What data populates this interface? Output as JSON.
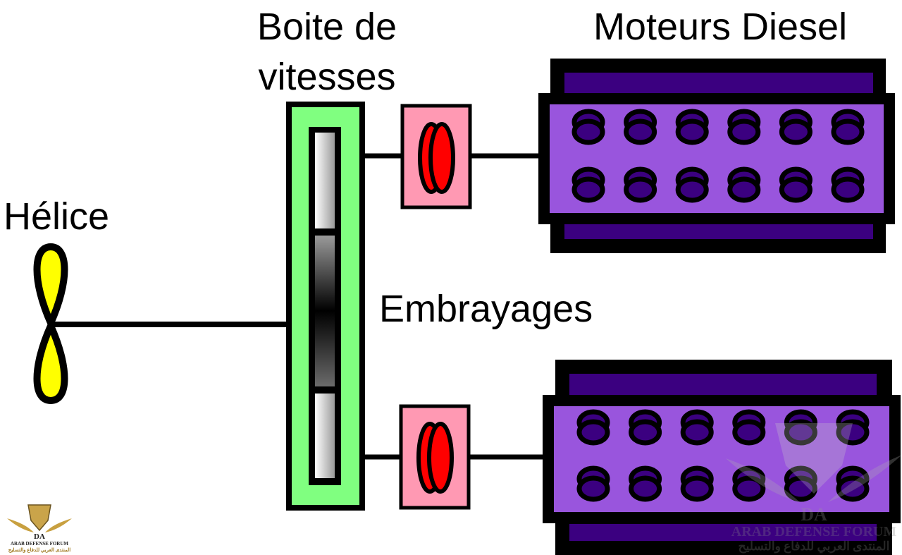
{
  "labels": {
    "gearbox_line1": "Boite de",
    "gearbox_line2": "vitesses",
    "engines": "Moteurs Diesel",
    "propeller": "Hélice",
    "clutches": "Embrayages"
  },
  "engine_cylinders": {
    "rows": 2,
    "per_row": 6
  },
  "watermark": {
    "logo_mark": "DA",
    "name_en": "ARAB DEFENSE FORUM",
    "name_ar": "المنتدى العربي للدفاع والتسليح"
  },
  "colors": {
    "propeller": "#ffff00",
    "gearbox_casing": "#80ff80",
    "clutch_housing": "#ff99b3",
    "clutch_disc": "#ff0000",
    "engine_block": "#9955dd",
    "engine_head": "#3b0080",
    "outline": "#000000"
  }
}
